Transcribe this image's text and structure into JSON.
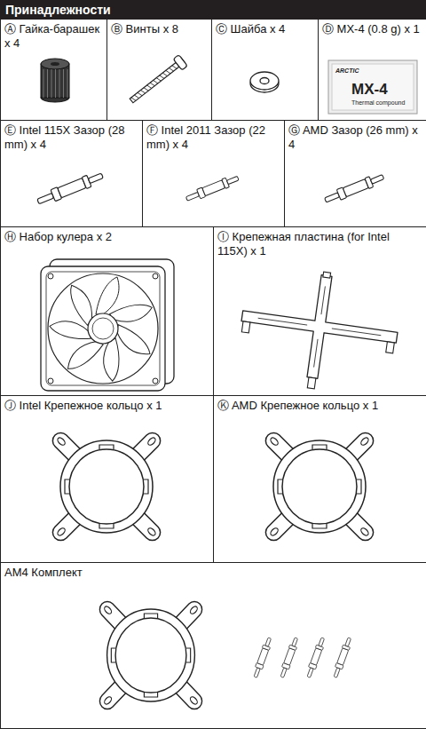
{
  "diagram": {
    "title": "Принадлежности",
    "nodes": [
      {
        "text": [
          "Ⓐ Гайка-барашек x 4"
        ]
      },
      {
        "text": [
          "Ⓑ Винты x 8"
        ]
      },
      {
        "text": [
          "Ⓒ Шайба x 4"
        ]
      },
      {
        "text": [
          "Ⓓ MX-4 (0.8 g) x 1"
        ]
      },
      {
        "text": [
          "Ⓔ Intel 115X Зазор (28 mm) x 4"
        ]
      },
      {
        "text": [
          "Ⓕ Intel 2011 Зазор (22 mm) x 4"
        ]
      },
      {
        "text": [
          "Ⓖ AMD Зазор (26 mm) x 4"
        ]
      },
      {
        "text": [
          "Ⓗ Набор кулера x 2"
        ]
      },
      {
        "text": [
          "Ⓘ Крепежная пластина (for Intel 115X) x 1"
        ]
      },
      {
        "text": [
          "Ⓙ Intel Крепежное кольцо x 1"
        ]
      },
      {
        "text": [
          "Ⓚ AMD Крепежное кольцо x 1"
        ]
      },
      {
        "text": [
          "AM4 Комплект"
        ]
      }
    ],
    "labels": [
      "ARCTIC",
      "MX-4",
      "Thermal compound"
    ]
  }
}
